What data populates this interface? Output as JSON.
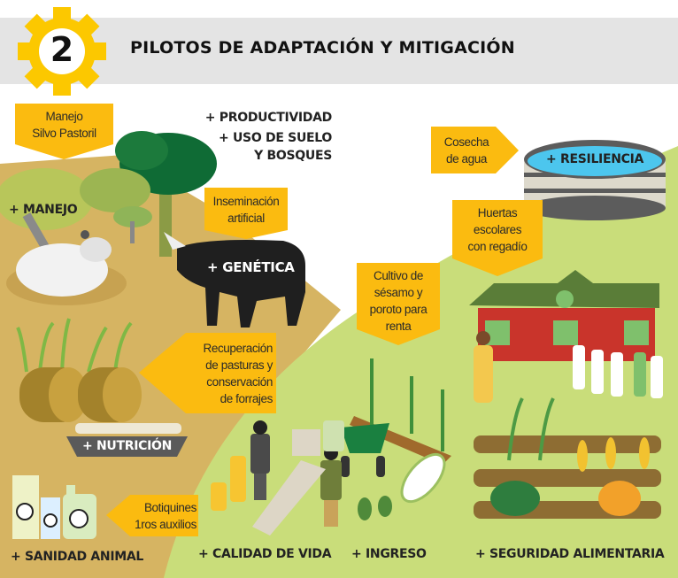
{
  "header": {
    "step_number": "2",
    "title": "PILOTOS DE ADAPTACIÓN Y MITIGACIÓN"
  },
  "callouts": {
    "silvopastoril": [
      "Manejo",
      "Silvo Pastoril"
    ],
    "inseminacion": [
      "Inseminación",
      "artificial"
    ],
    "pasturas": [
      "Recuperación",
      "de pasturas y",
      "conservación",
      "de forrajes"
    ],
    "cosecha_agua": [
      "Cosecha",
      "de agua"
    ],
    "huertas": [
      "Huertas",
      "escolares",
      "con regadío"
    ],
    "cultivo": [
      "Cultivo de",
      "sésamo y",
      "poroto para",
      "renta"
    ],
    "botiquines": [
      "Botiquines",
      "1ros auxilios"
    ]
  },
  "benefits": {
    "productividad": "+ PRODUCTIVIDAD",
    "uso_suelo": "+ USO DE SUELO",
    "bosques": "Y BOSQUES",
    "manejo": "+ MANEJO",
    "genetica": "+ GENÉTICA",
    "resiliencia": "+ RESILIENCIA",
    "nutricion": "+ NUTRICIÓN",
    "sanidad": "+ SANIDAD ANIMAL",
    "calidad_vida": "+ CALIDAD DE VIDA",
    "ingreso": "+ INGRESO",
    "seguridad": "+ SEGURIDAD ALIMENTARIA"
  },
  "colors": {
    "header_band": "#e4e4e4",
    "gear": "#fcc800",
    "callout": "#fbbb10",
    "soil": "#d6b462",
    "grass": "#c9dd7a",
    "water": "#4cc6ee"
  }
}
